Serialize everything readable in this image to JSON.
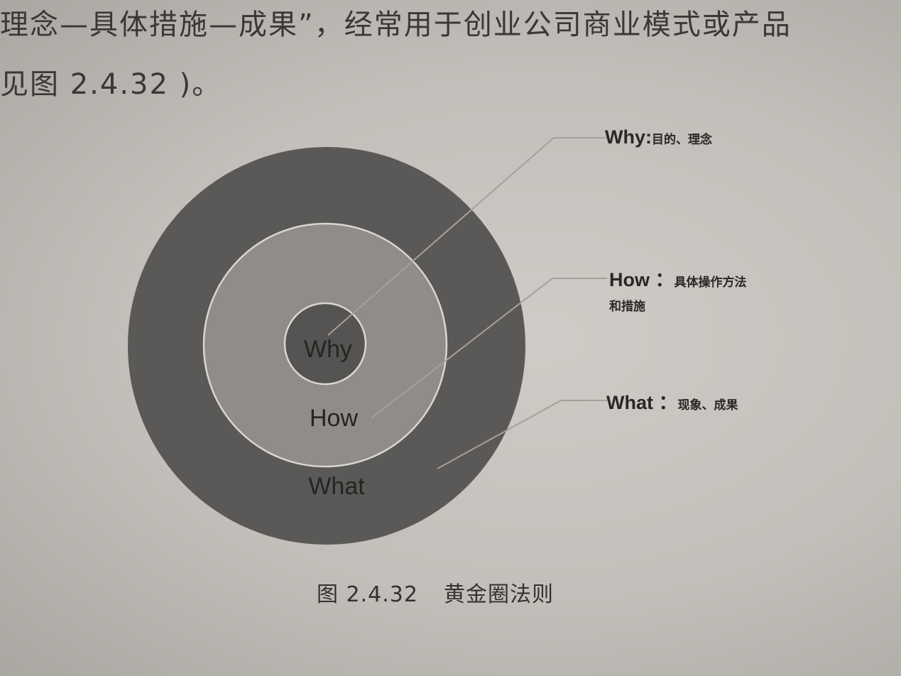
{
  "body_text": {
    "line1": "理念—具体措施—成果”，经常用于创业公司商业模式或产品",
    "line2": "见图 2.4.32 )。"
  },
  "diagram": {
    "type": "concentric-circles",
    "colors": {
      "outer": "#5a5856",
      "middle": "#8e8b88",
      "inner": "#555351",
      "ring_border": "#d8d6d2",
      "leader_line": "#9c9995"
    },
    "rings": [
      {
        "id": "why",
        "label": "Why",
        "level": "inner"
      },
      {
        "id": "how",
        "label": "How",
        "level": "middle"
      },
      {
        "id": "what",
        "label": "What",
        "level": "outer"
      }
    ],
    "callouts": [
      {
        "id": "why",
        "key": "Why:",
        "desc": "目的、理念",
        "desc_line2": ""
      },
      {
        "id": "how",
        "key": "How ：",
        "desc": "具体操作方法",
        "desc_line2": "和措施"
      },
      {
        "id": "what",
        "key": "What ：",
        "desc": "现象、成果",
        "desc_line2": ""
      }
    ]
  },
  "caption": {
    "figure_number": "图 2.4.32",
    "title": "黄金圈法则"
  }
}
